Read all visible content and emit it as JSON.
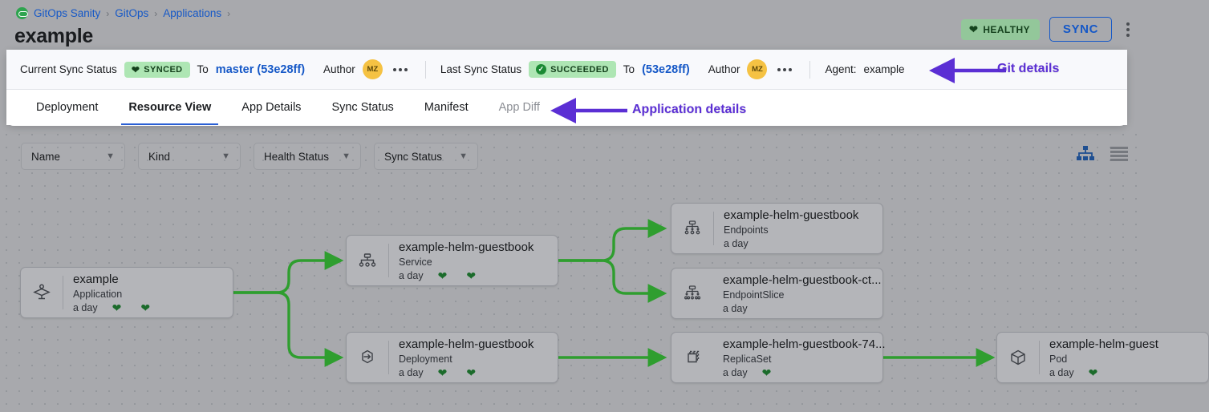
{
  "breadcrumb": {
    "logo_icon": "argo-logo-icon",
    "items": [
      {
        "label": "GitOps Sanity"
      },
      {
        "label": "GitOps"
      },
      {
        "label": "Applications"
      }
    ],
    "separator": "›"
  },
  "header": {
    "title": "example",
    "health_badge": {
      "label": "HEALTHY",
      "icon": "heart-icon",
      "color": "#93c79a"
    },
    "sync_button": {
      "label": "SYNC",
      "color": "#1558c7"
    },
    "kebab_icon": "kebab-menu-icon"
  },
  "status_bar": {
    "current_sync": {
      "label": "Current Sync Status",
      "badge": "SYNCED",
      "badge_icon": "heart-icon",
      "to_label": "To",
      "revision": "master (53e28ff)",
      "author_label": "Author",
      "author_initials": "MZ",
      "more_icon": "ellipsis-icon"
    },
    "last_sync": {
      "label": "Last Sync Status",
      "badge": "SUCCEEDED",
      "badge_icon": "check-circle-icon",
      "to_label": "To",
      "revision": "(53e28ff)",
      "author_label": "Author",
      "author_initials": "MZ",
      "more_icon": "ellipsis-icon"
    },
    "agent": {
      "label": "Agent:",
      "value": "example"
    }
  },
  "annotations": [
    {
      "text": "Git details",
      "target": "status-bar",
      "color": "#5b2fd4"
    },
    {
      "text": "Application details",
      "target": "tabs",
      "color": "#5b2fd4"
    }
  ],
  "tabs": [
    {
      "label": "Deployment",
      "active": false,
      "muted": false
    },
    {
      "label": "Resource View",
      "active": true,
      "muted": false
    },
    {
      "label": "App Details",
      "active": false,
      "muted": false
    },
    {
      "label": "Sync Status",
      "active": false,
      "muted": false
    },
    {
      "label": "Manifest",
      "active": false,
      "muted": false
    },
    {
      "label": "App Diff",
      "active": false,
      "muted": true
    }
  ],
  "filters": [
    {
      "label": "Name",
      "icon": "chevron-down-icon"
    },
    {
      "label": "Kind",
      "icon": "chevron-down-icon"
    },
    {
      "label": "Health Status",
      "icon": "chevron-down-icon"
    },
    {
      "label": "Sync Status",
      "icon": "chevron-down-icon"
    }
  ],
  "view_toggles": [
    {
      "name": "tree-view-icon",
      "active": true,
      "color": "#1f4f91"
    },
    {
      "name": "list-view-icon",
      "active": false,
      "color": "#76797f"
    }
  ],
  "graph": {
    "edge_color": "#2f9e2f",
    "nodes": [
      {
        "id": "app",
        "title": "example",
        "kind": "Application",
        "age": "a day",
        "hearts": 2,
        "icon": "application-icon"
      },
      {
        "id": "service",
        "title": "example-helm-guestbook",
        "kind": "Service",
        "age": "a day",
        "hearts": 2,
        "icon": "service-icon"
      },
      {
        "id": "deployment",
        "title": "example-helm-guestbook",
        "kind": "Deployment",
        "age": "a day",
        "hearts": 2,
        "icon": "deployment-icon"
      },
      {
        "id": "endpoints",
        "title": "example-helm-guestbook",
        "kind": "Endpoints",
        "age": "a day",
        "hearts": 0,
        "icon": "endpoints-icon"
      },
      {
        "id": "epslice",
        "title": "example-helm-guestbook-ct...",
        "kind": "EndpointSlice",
        "age": "a day",
        "hearts": 0,
        "icon": "endpointslice-icon"
      },
      {
        "id": "replicaset",
        "title": "example-helm-guestbook-74...",
        "kind": "ReplicaSet",
        "age": "a day",
        "hearts": 1,
        "icon": "replicaset-icon"
      },
      {
        "id": "pod",
        "title": "example-helm-guest",
        "kind": "Pod",
        "age": "a day",
        "hearts": 1,
        "icon": "pod-icon"
      }
    ]
  }
}
